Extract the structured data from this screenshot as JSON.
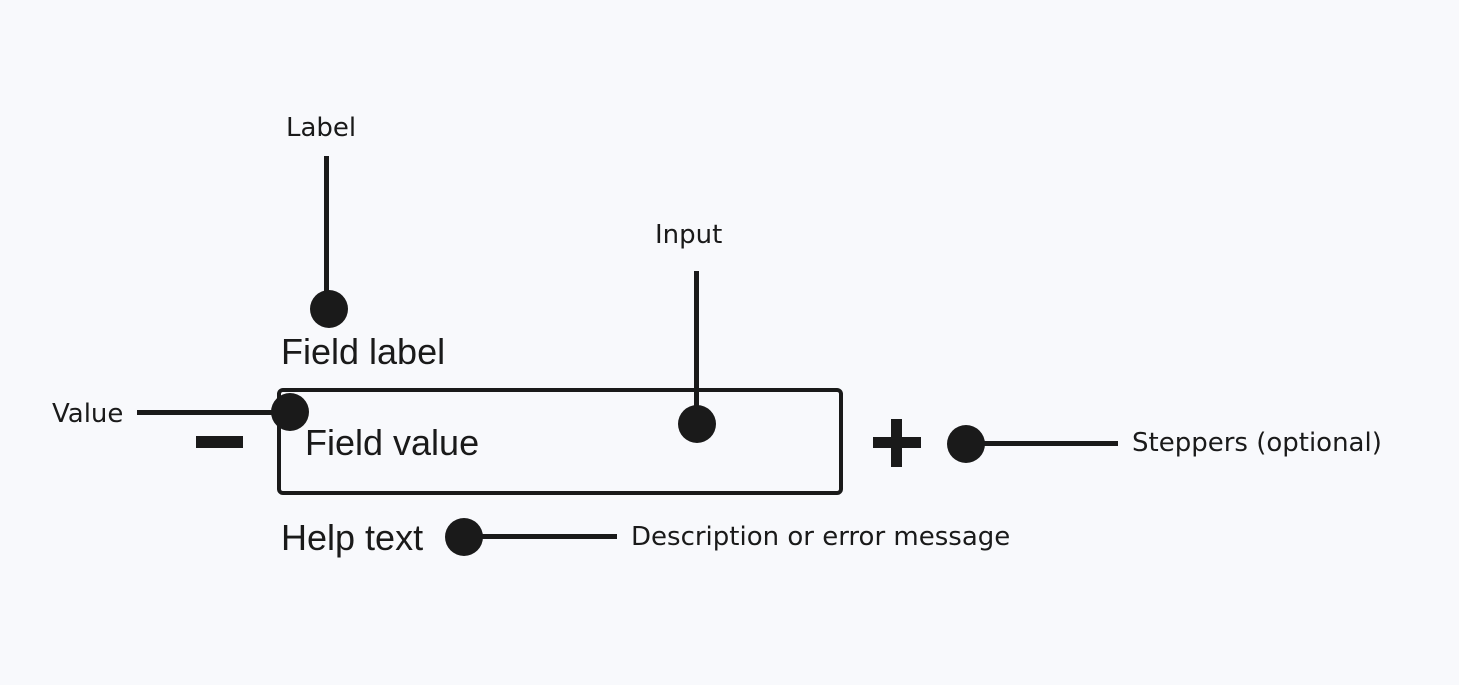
{
  "annotations": {
    "label": "Label",
    "input": "Input",
    "value": "Value",
    "steppers": "Steppers (optional)",
    "description": "Description or error message"
  },
  "field": {
    "label": "Field label",
    "value": "Field value",
    "help_text": "Help text"
  }
}
